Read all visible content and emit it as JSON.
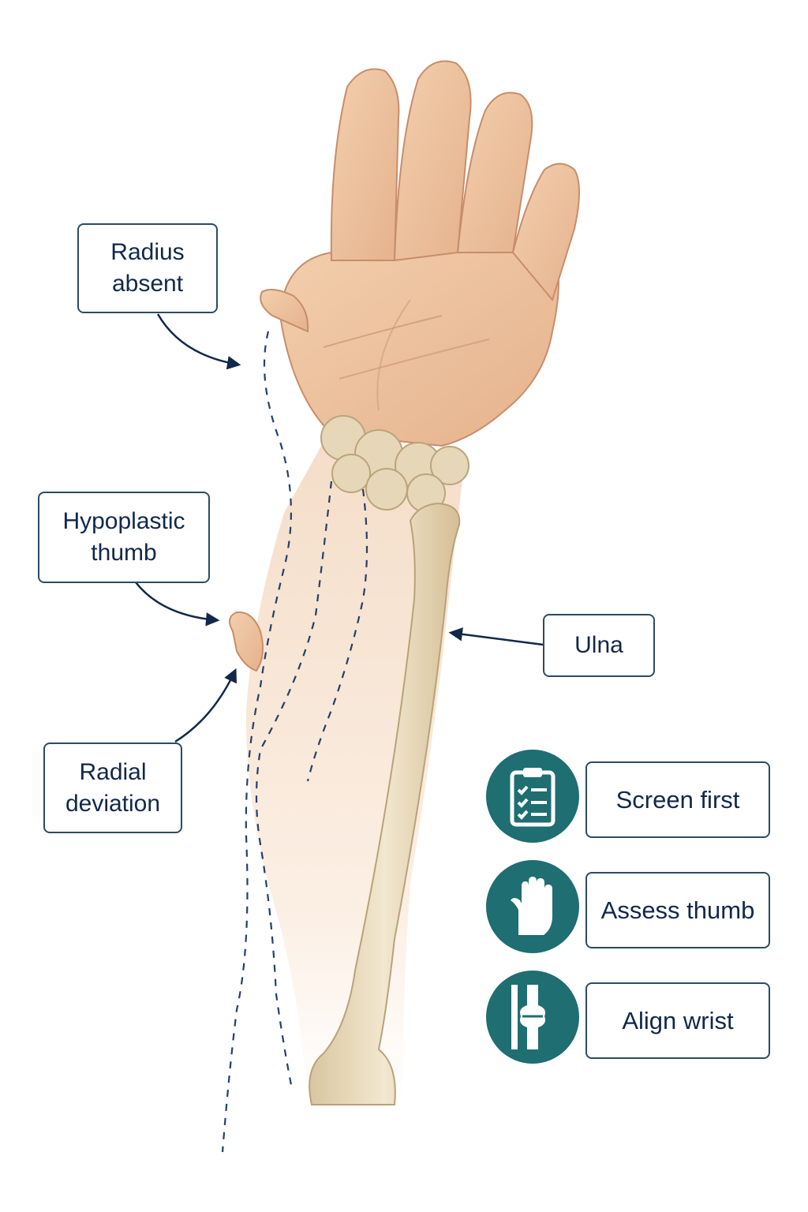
{
  "labels": {
    "radius_absent": "Radius absent",
    "hypoplastic_thumb": "Hypoplastic thumb",
    "radial_deviation": "Radial deviation",
    "ulna": "Ulna"
  },
  "steps": [
    {
      "label": "Screen first",
      "icon": "clipboard-checklist-icon"
    },
    {
      "label": "Assess thumb",
      "icon": "hand-icon"
    },
    {
      "label": "Align wrist",
      "icon": "joint-bone-icon"
    }
  ],
  "colors": {
    "callout_border": "#2c4a66",
    "text": "#12284a",
    "accent_teal": "#1e6e72",
    "skin": "#efc4a0",
    "bone": "#e9dcc0",
    "arrow": "#12284a"
  }
}
